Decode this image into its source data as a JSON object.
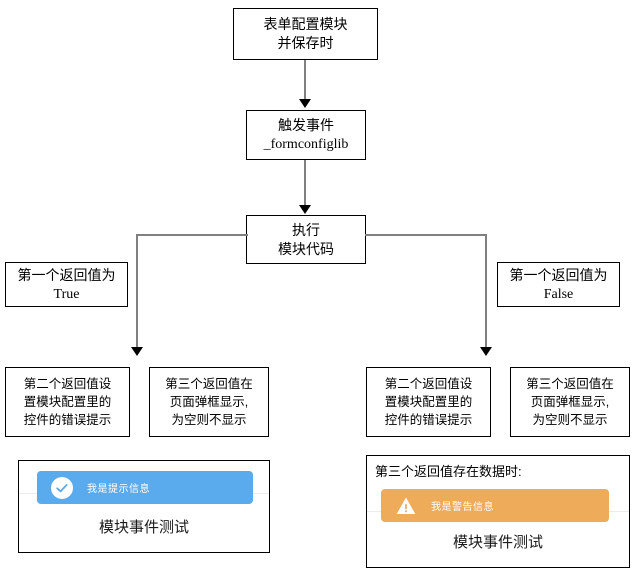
{
  "flowchart": {
    "title_nodes": {
      "start": {
        "line1": "表单配置模块",
        "line2": "并保存时"
      },
      "event": {
        "line1": "触发事件",
        "line2": "_formconfiglib"
      },
      "execute": {
        "line1": "执行",
        "line2": "模块代码"
      }
    },
    "branches": {
      "left_condition": {
        "line1": "第一个返回值为",
        "line2": "True"
      },
      "right_condition": {
        "line1": "第一个返回值为",
        "line2": "False"
      }
    },
    "results": {
      "left_second": {
        "line1": "第二个返回值设",
        "line2": "置模块配置里的",
        "line3": "控件的错误提示"
      },
      "left_third": {
        "line1": "第三个返回值在",
        "line2": "页面弹框显示,",
        "line3": "为空则不显示"
      },
      "right_second": {
        "line1": "第二个返回值设",
        "line2": "置模块配置里的",
        "line3": "控件的错误提示"
      },
      "right_third": {
        "line1": "第三个返回值在",
        "line2": "页面弹框显示,",
        "line3": "为空则不显示"
      }
    },
    "demo_panels": {
      "left": {
        "alert_text": "我是提示信息",
        "alert_icon": "check-circle-icon",
        "alert_color": "#5aabee",
        "caption": "模块事件测试"
      },
      "right": {
        "label": "第三个返回值存在数据时:",
        "alert_text": "我是警告信息",
        "alert_icon": "warning-triangle-icon",
        "alert_color": "#eeab5a",
        "caption": "模块事件测试"
      }
    },
    "connector_color": "#808080"
  }
}
